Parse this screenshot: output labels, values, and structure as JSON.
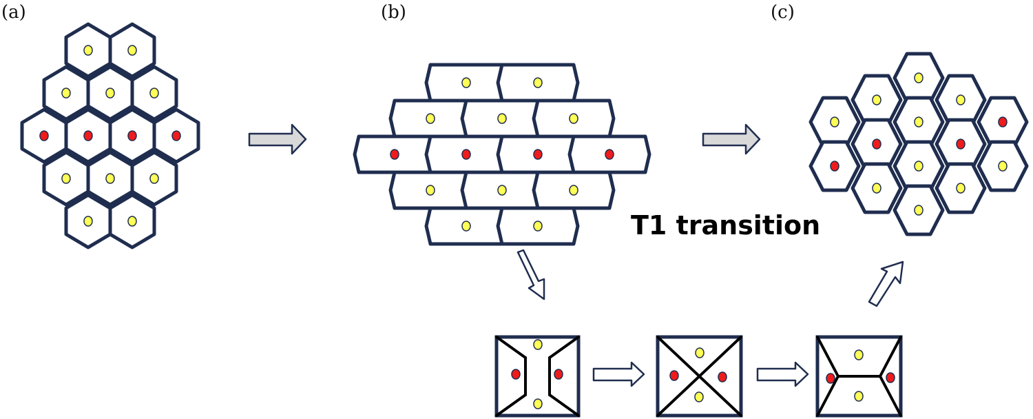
{
  "labels": {
    "a": "(a)",
    "b": "(b)",
    "c": "(c)",
    "transition": "T1 transition"
  },
  "colors": {
    "outline": "#1f2d4f",
    "edge": "#000000",
    "yellow_cell": "#ffff55",
    "red_cell": "#ee1c1c",
    "solid_arrow_fill": "#d9d9d9"
  },
  "tissues": {
    "a": {
      "rows": [
        [
          "yellow",
          "yellow"
        ],
        [
          "yellow",
          "yellow",
          "yellow"
        ],
        [
          "red",
          "red",
          "red",
          "red"
        ],
        [
          "yellow",
          "yellow",
          "yellow"
        ],
        [
          "yellow",
          "yellow"
        ]
      ]
    },
    "b": {
      "rows": [
        [
          "yellow",
          "yellow"
        ],
        [
          "yellow",
          "yellow",
          "yellow"
        ],
        [
          "red",
          "red",
          "red",
          "red"
        ],
        [
          "yellow",
          "yellow",
          "yellow"
        ],
        [
          "yellow",
          "yellow"
        ]
      ]
    },
    "c": {
      "columns": [
        [
          "yellow",
          "red"
        ],
        [
          "yellow",
          "red",
          "yellow"
        ],
        [
          "yellow",
          "yellow",
          "yellow",
          "yellow"
        ],
        [
          "yellow",
          "red",
          "yellow"
        ],
        [
          "red",
          "yellow"
        ]
      ]
    }
  },
  "steps": [
    {
      "nuclei": [
        "yellow",
        "red",
        "red",
        "yellow"
      ]
    },
    {
      "nuclei": [
        "yellow",
        "red",
        "red",
        "yellow"
      ]
    },
    {
      "nuclei": [
        "yellow",
        "red",
        "red",
        "yellow"
      ]
    }
  ]
}
